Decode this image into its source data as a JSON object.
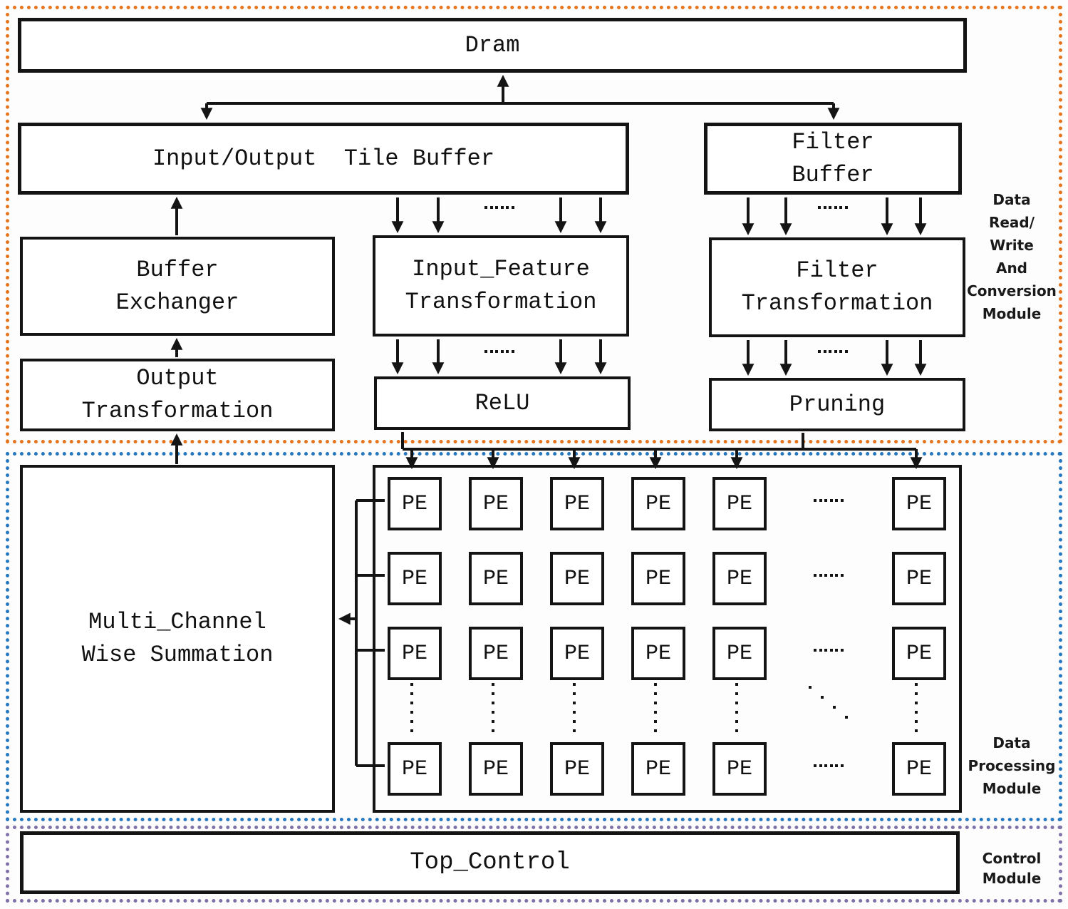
{
  "blocks": {
    "dram": {
      "label": "Dram"
    },
    "io_tile_buffer": {
      "label": "Input/Output  Tile Buffer"
    },
    "filter_buffer": {
      "lines": [
        "Filter",
        "Buffer"
      ]
    },
    "buffer_exchanger": {
      "lines": [
        "Buffer",
        "Exchanger"
      ]
    },
    "output_transformation": {
      "lines": [
        "Output",
        "Transformation"
      ]
    },
    "input_feature_transformation": {
      "lines": [
        "Input_Feature",
        "Transformation"
      ]
    },
    "relu": {
      "label": "ReLU"
    },
    "filter_transformation": {
      "lines": [
        "Filter",
        "Transformation"
      ]
    },
    "pruning": {
      "label": "Pruning"
    },
    "multi_channel_summation": {
      "lines": [
        "Multi_Channel",
        "Wise Summation"
      ]
    },
    "top_control": {
      "label": "Top_Control"
    },
    "pe": {
      "label": "PE"
    }
  },
  "region_labels": {
    "data_rw": {
      "lines": [
        "Data",
        "Read/",
        "Write",
        "And",
        "Conversion",
        "Module"
      ]
    },
    "data_processing": {
      "lines": [
        "Data",
        "Processing",
        "Module"
      ]
    },
    "control": {
      "lines": [
        "Control",
        "Module"
      ]
    }
  },
  "pe_grid": {
    "visible_columns": 6,
    "visible_rows": 4
  },
  "ellipsis": {
    "horizontal": "......",
    "vertical": "⋮",
    "diagonal": "⋱"
  },
  "colors": {
    "data_rw_border": "#e4751e",
    "data_processing_border": "#2878bf",
    "control_border": "#8070a8",
    "line": "#141414",
    "box_background": "#ffffff"
  }
}
